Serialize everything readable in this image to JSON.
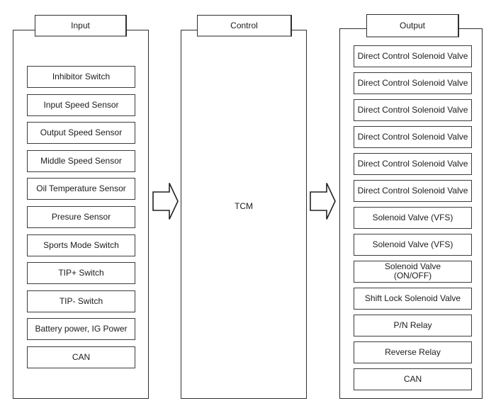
{
  "input_panel": {
    "title": "Input",
    "items": [
      "Inhibitor Switch",
      "Input Speed Sensor",
      "Output Speed Sensor",
      "Middle Speed Sensor",
      "Oil Temperature Sensor",
      "Presure Sensor",
      "Sports Mode Switch",
      "TIP+ Switch",
      "TIP- Switch",
      "Battery power, IG Power",
      "CAN"
    ]
  },
  "control_panel": {
    "title": "Control",
    "label": "TCM"
  },
  "output_panel": {
    "title": "Output",
    "items": [
      "Direct Control Solenoid Valve",
      "Direct Control Solenoid Valve",
      "Direct Control Solenoid Valve",
      "Direct Control Solenoid Valve",
      "Direct Control Solenoid Valve",
      "Direct Control Solenoid Valve",
      "Solenoid Valve (VFS)",
      "Solenoid Valve (VFS)",
      "Solenoid Valve\n(ON/OFF)",
      "Shift Lock Solenoid Valve",
      "P/N Relay",
      "Reverse Relay",
      "CAN"
    ]
  },
  "colors": {
    "line": "#2f2f2f",
    "item_border": "#3c3c3c",
    "tab_shadow": "#8f8f8f",
    "background": "#ffffff",
    "text": "#1c1c1c"
  }
}
